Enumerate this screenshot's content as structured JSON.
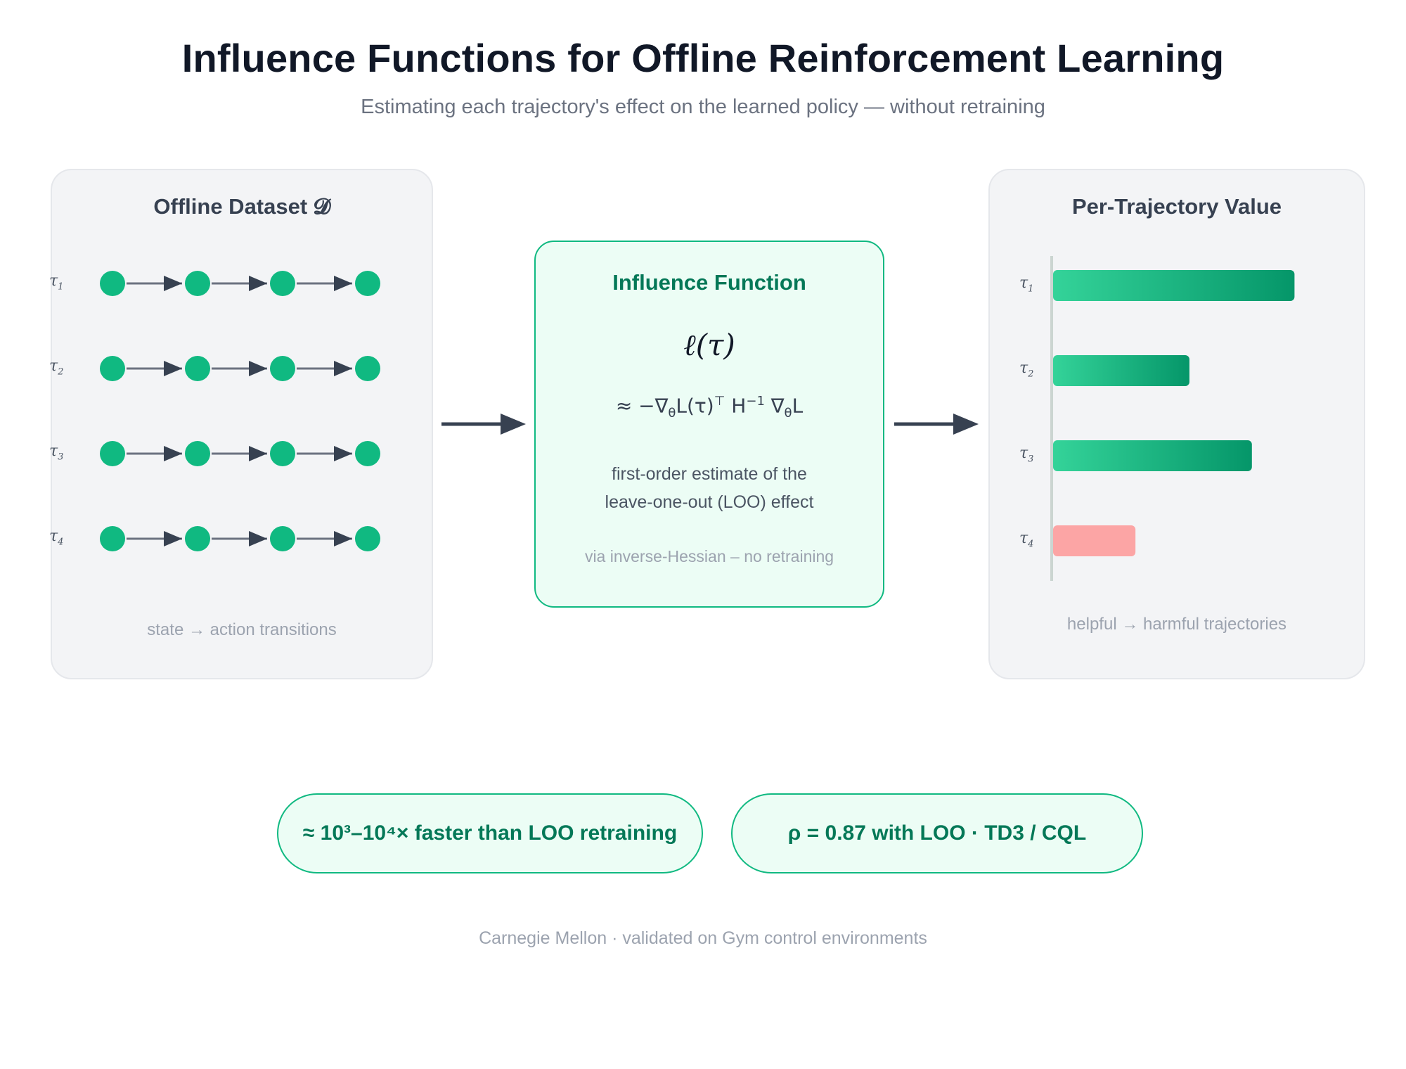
{
  "header": {
    "title": "Influence Functions for Offline Reinforcement Learning",
    "subtitle": "Estimating each trajectory's effect on the learned policy — without retraining"
  },
  "dataset_panel": {
    "title": "Offline Dataset 𝓓",
    "caption": "state → action transitions",
    "trajectories": [
      {
        "symbol": "τ",
        "index": "1"
      },
      {
        "symbol": "τ",
        "index": "2"
      },
      {
        "symbol": "τ",
        "index": "3"
      },
      {
        "symbol": "τ",
        "index": "4"
      }
    ],
    "states_per_trajectory": 4,
    "node_color": "#10b981",
    "arrow_color": "#374151"
  },
  "influence_box": {
    "title": "Influence Function",
    "symbol": "ℓ(τ)",
    "formula": {
      "approx": "≈ −∇",
      "sub1": "θ",
      "mid": "L(τ)",
      "sup1": "⊤",
      "h": " H",
      "sup2": "−1",
      "grad2": " ∇",
      "sub2": "θ",
      "end": "L"
    },
    "description_line1": "first-order estimate of the",
    "description_line2": "leave-one-out (LOO) effect",
    "note": "via inverse-Hessian – no retraining"
  },
  "value_panel": {
    "title": "Per-Trajectory Value",
    "caption": "helpful → harmful trajectories",
    "bars": [
      {
        "symbol": "τ",
        "index": "1",
        "value": 0.85,
        "polarity": "helpful"
      },
      {
        "symbol": "τ",
        "index": "2",
        "value": 0.48,
        "polarity": "helpful"
      },
      {
        "symbol": "τ",
        "index": "3",
        "value": 0.7,
        "polarity": "helpful"
      },
      {
        "symbol": "τ",
        "index": "4",
        "value": 0.29,
        "polarity": "harmful"
      }
    ],
    "colors": {
      "helpful_start": "#34d399",
      "helpful_end": "#059669",
      "harmful": "#fca5a5"
    }
  },
  "stats": {
    "speedup": "≈ 10³–10⁴× faster than LOO retraining",
    "correlation": "ρ = 0.87 with LOO · TD3 / CQL"
  },
  "footer": "Carnegie Mellon · validated on Gym control environments"
}
